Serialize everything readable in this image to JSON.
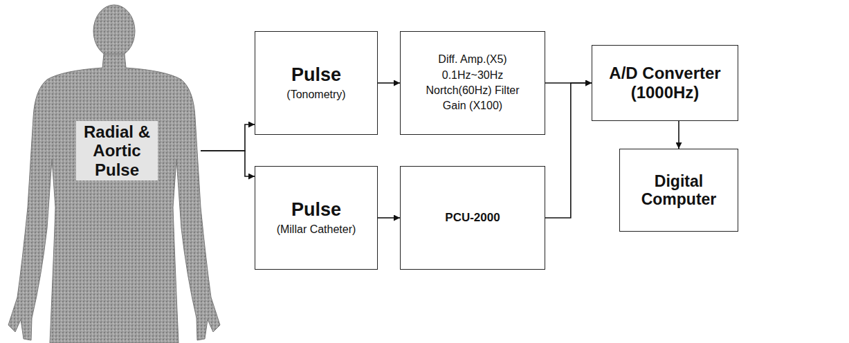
{
  "diagram": {
    "nodes": [
      {
        "text": [
          "Radial & Aortic Pulse"
        ]
      },
      {
        "text": [
          "Pulse",
          "(Tonometry)"
        ]
      },
      {
        "text": [
          "Pulse",
          "(Millar Catheter)"
        ]
      },
      {
        "text": [
          "Diff. Amp.(X5)",
          "0.1Hz~30Hz",
          "Nortch(60Hz) Filter",
          "Gain (X100)"
        ]
      },
      {
        "text": [
          "PCU-2000"
        ]
      },
      {
        "text": [
          "A/D Converter",
          "(1000Hz)"
        ]
      },
      {
        "text": [
          "Digital Computer"
        ]
      }
    ],
    "edges": [
      {
        "from": 0,
        "to": 1,
        "arrow": "to"
      },
      {
        "from": 0,
        "to": 2,
        "arrow": "to"
      },
      {
        "from": 1,
        "to": 3,
        "arrow": "to"
      },
      {
        "from": 2,
        "to": 4,
        "arrow": "to"
      },
      {
        "from": 3,
        "to": 5,
        "arrow": "to"
      },
      {
        "from": 4,
        "to": 5,
        "arrow": "to"
      },
      {
        "from": 5,
        "to": 6,
        "arrow": "to"
      }
    ]
  }
}
